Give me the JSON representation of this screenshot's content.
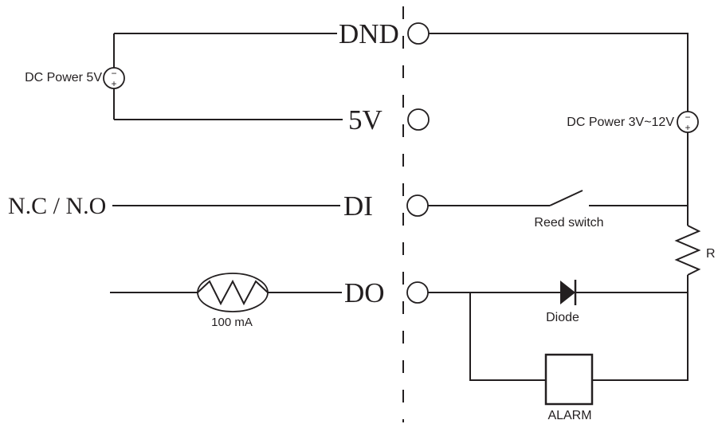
{
  "colors": {
    "line": "#231f20",
    "background": "#ffffff"
  },
  "diagram": {
    "terminals": [
      {
        "label": "DND"
      },
      {
        "label": "5V"
      },
      {
        "label": "DI"
      },
      {
        "label": "DO"
      }
    ],
    "left": {
      "power_label": "DC Power 5V",
      "contact_label": "N.C / N.O",
      "fuse_label": "100 mA"
    },
    "right": {
      "power_label": "DC Power 3V~12V",
      "reed_switch_label": "Reed switch",
      "resistor_label": "R",
      "diode_label": "Diode",
      "alarm_label": "ALARM"
    },
    "symbols": {
      "minus": "−",
      "plus": "+"
    }
  }
}
